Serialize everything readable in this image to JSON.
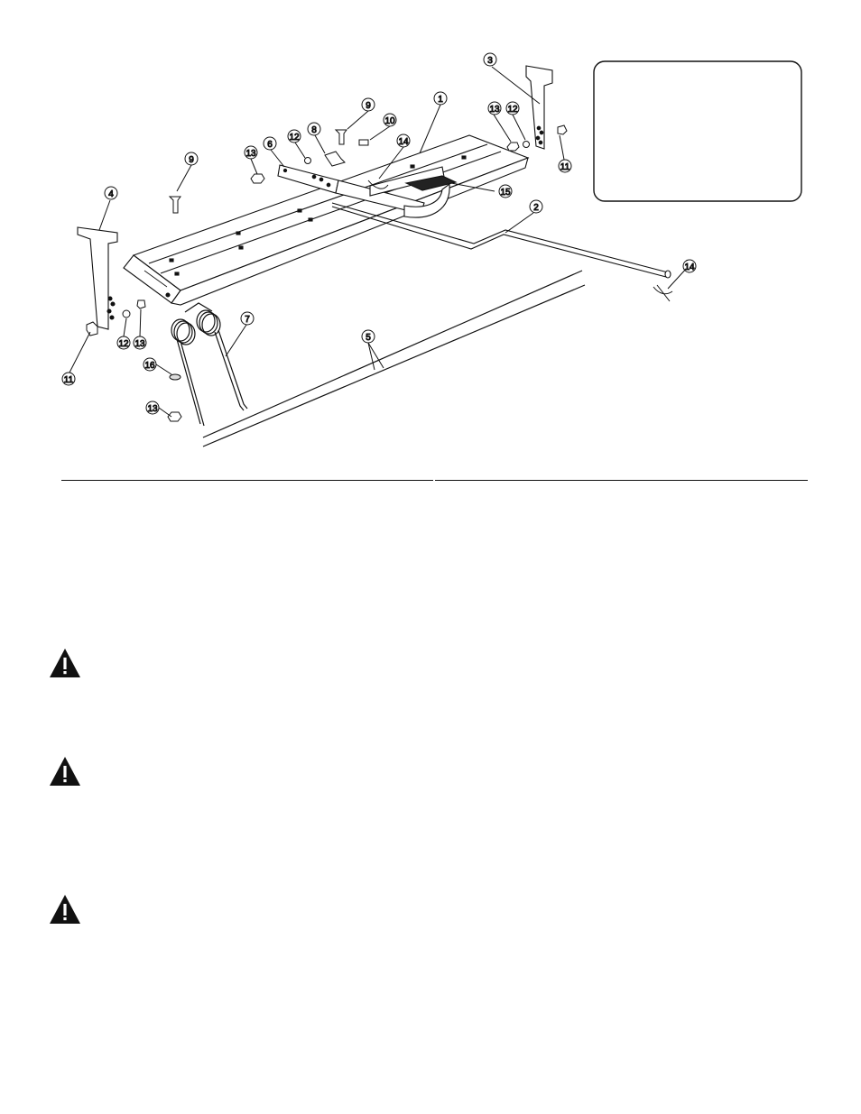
{
  "diagram": {
    "callouts": [
      "1",
      "2",
      "3",
      "4",
      "5",
      "6",
      "7",
      "8",
      "9",
      "9",
      "10",
      "11",
      "11",
      "12",
      "12",
      "12",
      "13",
      "13",
      "13",
      "13",
      "14",
      "14",
      "15",
      "16"
    ]
  },
  "icons": {
    "warning": "warning-triangle-icon"
  }
}
